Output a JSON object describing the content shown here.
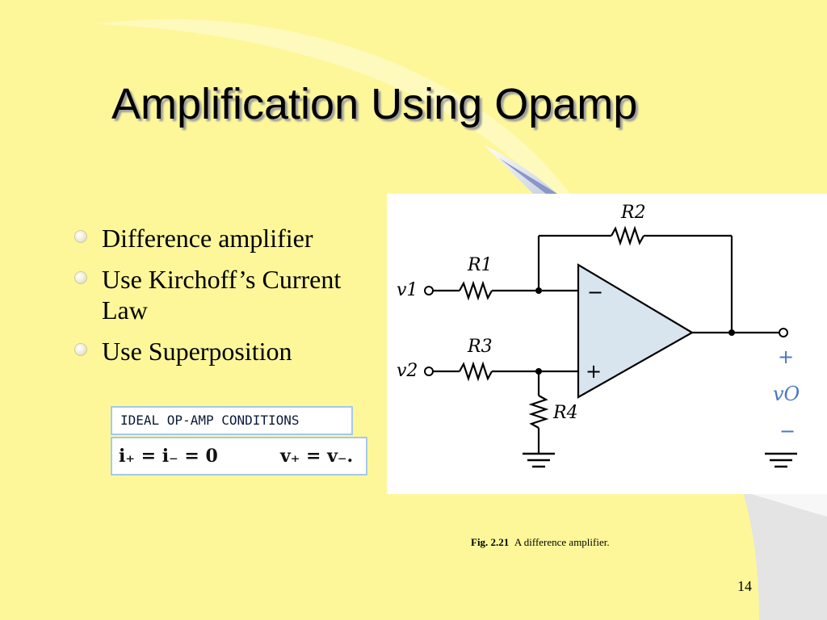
{
  "slide": {
    "title": "Amplification Using Opamp",
    "bullets": [
      {
        "text": "Difference amplifier"
      },
      {
        "text": "Use Kirchoff’s Current Law"
      },
      {
        "text": "Use Superposition"
      }
    ],
    "conditions_header": "IDEAL OP-AMP CONDITIONS",
    "conditions_eq1": "i₊ = i₋ = 0",
    "conditions_eq2": "v₊ = v₋.",
    "figure": {
      "labels": {
        "r1": "R1",
        "r2": "R2",
        "r3": "R3",
        "r4": "R4",
        "v1": "v1",
        "v2": "v2",
        "vo": "vO",
        "minus_input": "−",
        "plus_input": "+",
        "out_plus": "+",
        "out_minus": "−"
      }
    },
    "caption_label": "Fig. 2.21",
    "caption_text": "A difference amplifier.",
    "page_number": "14"
  },
  "colors": {
    "background": "#fdf79a",
    "decor_blue": "#8aa8d8",
    "opamp_fill": "#d8e4ee",
    "box_border": "#a6c8ea",
    "accent_blue": "#4a78c4"
  }
}
